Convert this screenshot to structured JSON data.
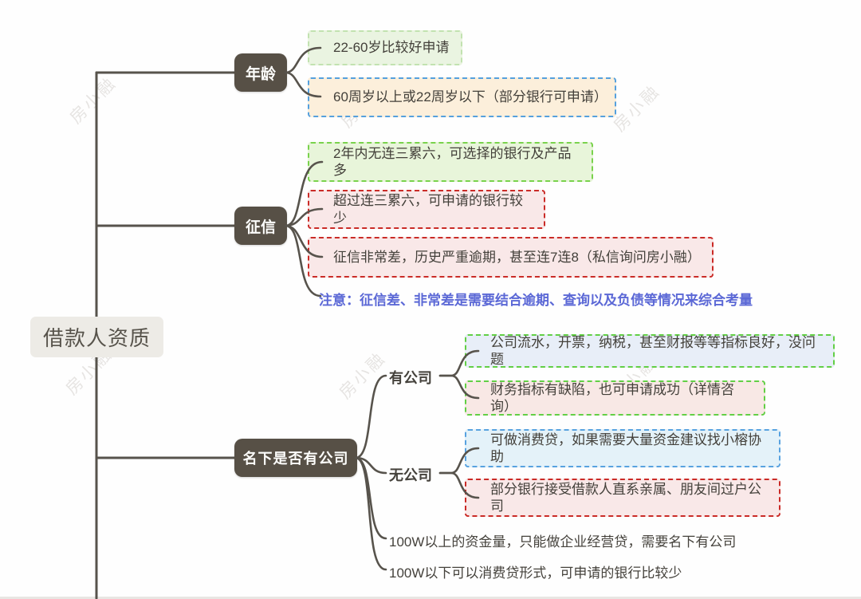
{
  "root": {
    "label": "借款人资质"
  },
  "watermark": {
    "text": "房小融"
  },
  "colors": {
    "line": "#57534c",
    "topic_bg": "#575046",
    "root_bg": "#edebe6",
    "note_text": "#5b68d6",
    "green_border": "#79d24c",
    "red_border": "#ca2b27",
    "blue_border": "#58a2e0"
  },
  "branches": [
    {
      "label": "年龄",
      "children": [
        {
          "text": "22-60岁比较好申请"
        },
        {
          "text": "60周岁以上或22周岁以下（部分银行可申请）"
        }
      ]
    },
    {
      "label": "征信",
      "children": [
        {
          "text": "2年内无连三累六，可选择的银行及产品多"
        },
        {
          "text": "超过连三累六，可申请的银行较少"
        },
        {
          "text": "征信非常差，历史严重逾期，甚至连7连8（私信询问房小融）"
        },
        {
          "text": "注意：征信差、非常差是需要结合逾期、查询以及负债等情况来综合考量"
        }
      ]
    },
    {
      "label": "名下是否有公司",
      "children": [
        {
          "label": "有公司",
          "children": [
            {
              "text": "公司流水，开票，纳税，甚至财报等等指标良好，没问题"
            },
            {
              "text": "财务指标有缺陷，也可申请成功（详情咨询）"
            }
          ]
        },
        {
          "label": "无公司",
          "children": [
            {
              "text": "可做消费贷，如果需要大量资金建议找小榕协助"
            },
            {
              "text": "部分银行接受借款人直系亲属、朋友间过户公司"
            }
          ]
        },
        {
          "text": "100W以上的资金量，只能做企业经营贷，需要名下有公司"
        },
        {
          "text": "100W以下可以消费贷形式，可申请的银行比较少"
        }
      ]
    }
  ]
}
